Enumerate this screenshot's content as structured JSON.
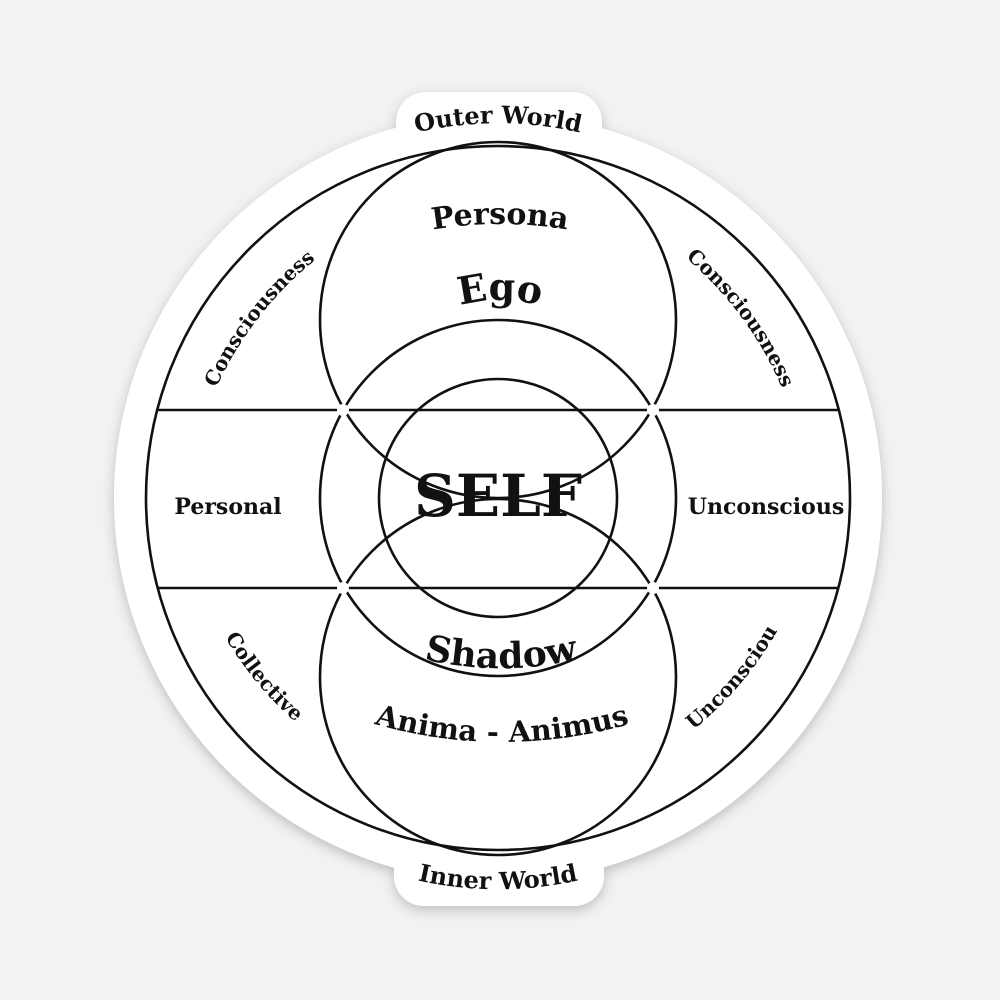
{
  "diagram": {
    "labels": {
      "outer_world": "Outer World",
      "inner_world": "Inner World",
      "persona": "Persona",
      "ego": "Ego",
      "self": "SELF",
      "shadow": "Shadow",
      "anima_animus": "Anima - Animus",
      "consciousness_left": "Consciousness",
      "consciousness_right": "Consciousness",
      "personal": "Personal",
      "unconscious_band": "Unconscious",
      "collective": "Collective",
      "unconscious_lower": "Unconscious"
    },
    "colors": {
      "background": "#f2f2f2",
      "sticker": "#ffffff",
      "ink": "#111111"
    }
  }
}
